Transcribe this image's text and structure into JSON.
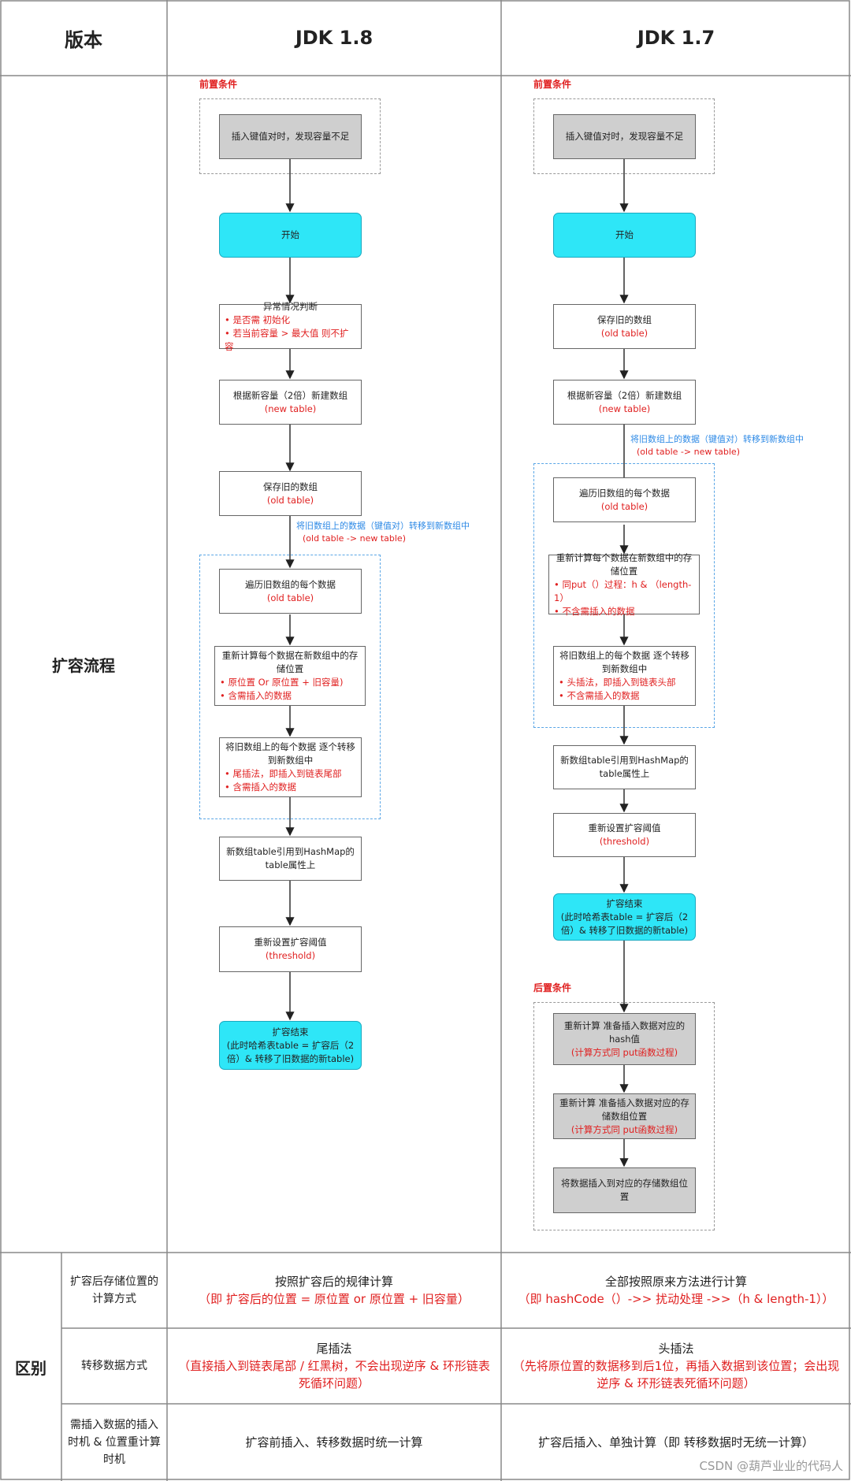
{
  "header": {
    "version": "版本",
    "jdk18": "JDK 1.8",
    "jdk17": "JDK 1.7"
  },
  "row_labels": {
    "process": "扩容流程",
    "diff": "区别"
  },
  "jdk18": {
    "pre_label": "前置条件",
    "pre_box": "插入键值对时，发现容量不足",
    "start": "开始",
    "check_title": "异常情况判断",
    "check_b1": "是否需 初始化",
    "check_b2": "若当前容量 > 最大值 则不扩容",
    "newtable_title": "根据新容量（2倍）新建数组",
    "newtable_sub": "(new table)",
    "save_title": "保存旧的数组",
    "save_sub": "(old table)",
    "transfer_note": "将旧数组上的数据（键值对）转移到新数组中",
    "transfer_sub": "(old table -> new table)",
    "iterate_title": "遍历旧数组的每个数据",
    "iterate_sub": "(old table)",
    "recalc_title": "重新计算每个数据在新数组中的存储位置",
    "recalc_b1": "原位置 Or 原位置 + 旧容量)",
    "recalc_b2": "含需插入的数据",
    "move_title": "将旧数组上的每个数据 逐个转移到新数组中",
    "move_b1": "尾插法，即插入到链表尾部",
    "move_b2": "含需插入的数据",
    "ref": "新数组table引用到HashMap的table属性上",
    "threshold_title": "重新设置扩容阈值",
    "threshold_sub": "(threshold)",
    "end_title": "扩容结束",
    "end_sub": "(此时哈希表table = 扩容后（2倍）& 转移了旧数据的新table)"
  },
  "jdk17": {
    "pre_label": "前置条件",
    "pre_box": "插入键值对时，发现容量不足",
    "start": "开始",
    "save_title": "保存旧的数组",
    "save_sub": "(old table)",
    "newtable_title": "根据新容量（2倍）新建数组",
    "newtable_sub": "(new table)",
    "transfer_note": "将旧数组上的数据（键值对）转移到新数组中",
    "transfer_sub": "(old table -> new table)",
    "iterate_title": "遍历旧数组的每个数据",
    "iterate_sub": "(old table)",
    "recalc_title": "重新计算每个数据在新数组中的存储位置",
    "recalc_b1": "同put（）过程：h & （length-1）",
    "recalc_b2": "不含需插入的数据",
    "move_title": "将旧数组上的每个数据 逐个转移到新数组中",
    "move_b1": "头插法，即插入到链表头部",
    "move_b2": "不含需插入的数据",
    "ref": "新数组table引用到HashMap的table属性上",
    "threshold_title": "重新设置扩容阈值",
    "threshold_sub": "(threshold)",
    "end_title": "扩容结束",
    "end_sub": "(此时哈希表table = 扩容后（2倍）& 转移了旧数据的新table)",
    "post_label": "后置条件",
    "post1_title": "重新计算 准备插入数据对应的hash值",
    "post1_sub": "(计算方式同 put函数过程)",
    "post2_title": "重新计算 准备插入数据对应的存储数组位置",
    "post2_sub": "(计算方式同 put函数过程)",
    "post3": "将数据插入到对应的存储数组位置"
  },
  "diff_rows": [
    {
      "label": "扩容后存储位置的计算方式",
      "jdk18_title": "按照扩容后的规律计算",
      "jdk18_sub": "（即 扩容后的位置 = 原位置 or 原位置 + 旧容量）",
      "jdk17_title": "全部按照原来方法进行计算",
      "jdk17_sub": "（即 hashCode（）->> 扰动处理 ->>（h & length-1））"
    },
    {
      "label": "转移数据方式",
      "jdk18_title": "尾插法",
      "jdk18_sub": "（直接插入到链表尾部 / 红黑树，不会出现逆序 & 环形链表死循环问题）",
      "jdk17_title": "头插法",
      "jdk17_sub": "（先将原位置的数据移到后1位，再插入数据到该位置；会出现逆序 & 环形链表死循环问题）"
    },
    {
      "label": "需插入数据的插入时机 & 位置重计算时机",
      "jdk18_title": "扩容前插入、转移数据时统一计算",
      "jdk18_sub": "",
      "jdk17_title": "扩容后插入、单独计算（即 转移数据时无统一计算）",
      "jdk17_sub": ""
    }
  ],
  "watermark": "CSDN @葫芦业业的代码人"
}
